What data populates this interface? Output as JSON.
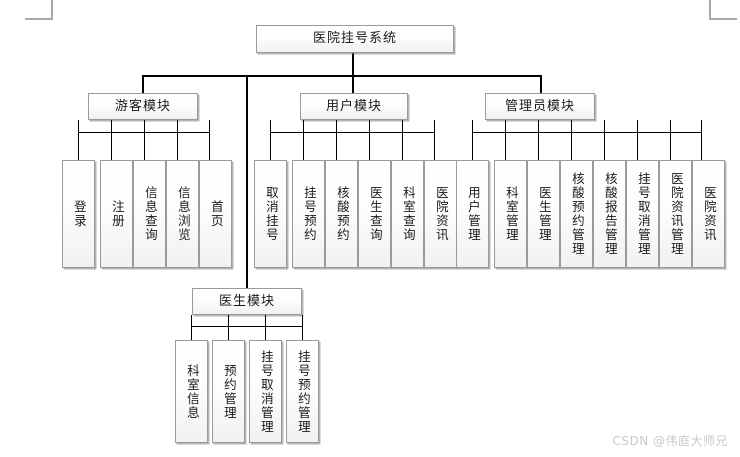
{
  "diagram": {
    "title": "医院挂号系统",
    "root": {
      "label": "医院挂号系统"
    },
    "modules": {
      "guest": {
        "label": "游客模块"
      },
      "user": {
        "label": "用户模块"
      },
      "admin": {
        "label": "管理员模块"
      },
      "doctor": {
        "label": "医生模块"
      }
    },
    "guest_children": [
      {
        "label": "登录"
      },
      {
        "label": "注册"
      },
      {
        "label": "信息查询"
      },
      {
        "label": "信息浏览"
      },
      {
        "label": "首页"
      }
    ],
    "user_children": [
      {
        "label": "取消挂号"
      },
      {
        "label": "挂号预约"
      },
      {
        "label": "核酸预约"
      },
      {
        "label": "医生查询"
      },
      {
        "label": "科室查询"
      },
      {
        "label": "医院资讯"
      }
    ],
    "admin_children": [
      {
        "label": "用户管理"
      },
      {
        "label": "科室管理"
      },
      {
        "label": "医生管理"
      },
      {
        "label": "核酸预约管理"
      },
      {
        "label": "核酸报告管理"
      },
      {
        "label": "挂号取消管理"
      },
      {
        "label": "医院资讯管理"
      },
      {
        "label": "医院资讯"
      }
    ],
    "doctor_children": [
      {
        "label": "科室信息"
      },
      {
        "label": "预约管理"
      },
      {
        "label": "挂号取消管理"
      },
      {
        "label": "挂号预约管理"
      }
    ]
  },
  "watermark": {
    "text": "CSDN @伟庭大师兄"
  },
  "colors": {
    "line": "#000000",
    "box_border": "#9a9a9a",
    "box_fill": "#f3f3f3",
    "text": "#1a1a1a",
    "watermark": "#c9c9c9",
    "crop_mark": "#a8a8a8"
  }
}
